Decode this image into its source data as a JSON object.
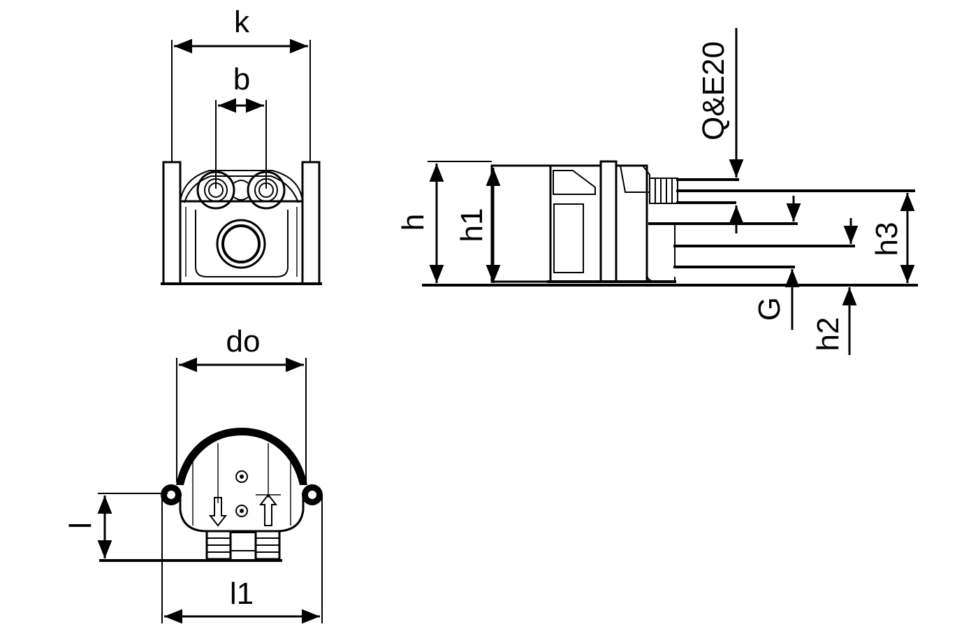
{
  "drawing": {
    "colors": {
      "line": "#000000",
      "background": "#ffffff"
    },
    "front_view": {
      "dim_k": "k",
      "dim_b": "b"
    },
    "side_view": {
      "dim_h": "h",
      "dim_h1": "h1",
      "dim_h3": "h3",
      "dim_h2": "h2",
      "dim_g": "G",
      "dim_qe20": "Q&E20"
    },
    "top_view": {
      "dim_do": "do",
      "dim_l": "l",
      "dim_l1": "l1"
    }
  }
}
